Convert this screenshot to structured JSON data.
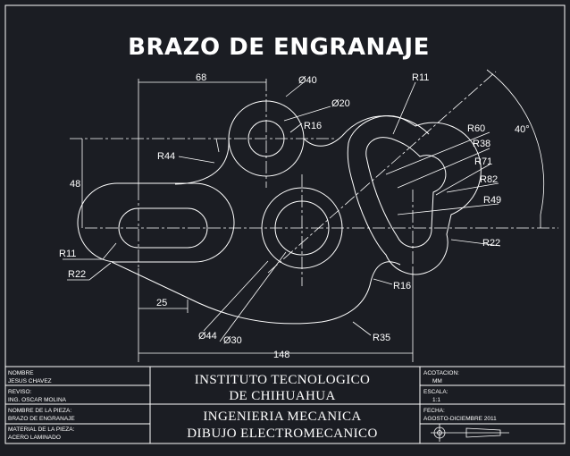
{
  "title": "BRAZO DE ENGRANAJE",
  "dimensions": {
    "d68": "68",
    "d40": "Ø40",
    "d20": "Ø20",
    "r16_top": "R16",
    "r44": "R44",
    "d48": "48",
    "r11_left": "R11",
    "r22_left": "R22",
    "d25": "25",
    "d44": "Ø44",
    "d30": "Ø30",
    "d148": "148",
    "r35": "R35",
    "r16_bottom": "R16",
    "r11_top": "R11",
    "angle": "40°",
    "r60": "R60",
    "r38": "R38",
    "r71": "R71",
    "r82": "R82",
    "r49": "R49",
    "r22_right": "R22"
  },
  "title_block": {
    "nombre_label": "NOMBRE",
    "nombre_value": "JESUS CHAVEZ",
    "reviso_label": "REVISO:",
    "reviso_value": "ING. OSCAR MOLINA",
    "pieza_label": "NOMBRE DE LA PIEZA:",
    "pieza_value": "BRAZO DE ENGRANAJE",
    "material_label": "MATERIAL DE LA PIEZA:",
    "material_value": "ACERO LAMINADO",
    "institute_line1": "INSTITUTO TECNOLOGICO",
    "institute_line2": "DE CHIHUAHUA",
    "dept_line1": "INGENIERIA MECANICA",
    "dept_line2": "DIBUJO ELECTROMECANICO",
    "acotacion_label": "ACOTACION:",
    "acotacion_value": "MM",
    "escala_label": "ESCALA:",
    "escala_value": "1:1",
    "fecha_label": "FECHA:",
    "fecha_value": "AGOSTO-DICIEMBRE 2011"
  },
  "colors": {
    "background": "#1b1d23",
    "lines": "#ffffff"
  }
}
